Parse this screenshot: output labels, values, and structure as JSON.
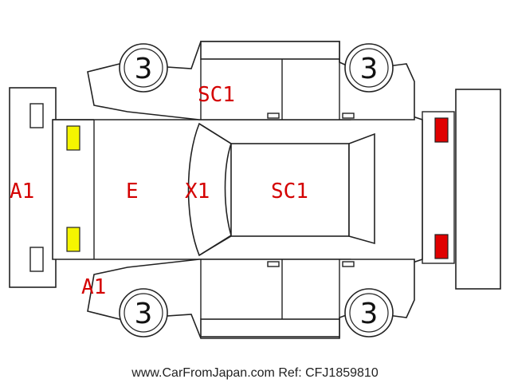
{
  "diagram": {
    "wheels": {
      "front_left": "3",
      "rear_left": "3",
      "front_right": "3",
      "rear_right": "3"
    },
    "damage_codes": {
      "front_bumper": "A1",
      "front_corner": "A1",
      "hood": "E",
      "windshield": "X1",
      "roof": "SC1",
      "upper_side": "SC1"
    },
    "colors": {
      "damage_text": "#d40000",
      "front_lamp": "#f5f500",
      "rear_lamp": "#e00000",
      "outline": "#222222"
    }
  },
  "footer": {
    "source_text": "www.CarFromJapan.com Ref: CFJ1859810"
  }
}
